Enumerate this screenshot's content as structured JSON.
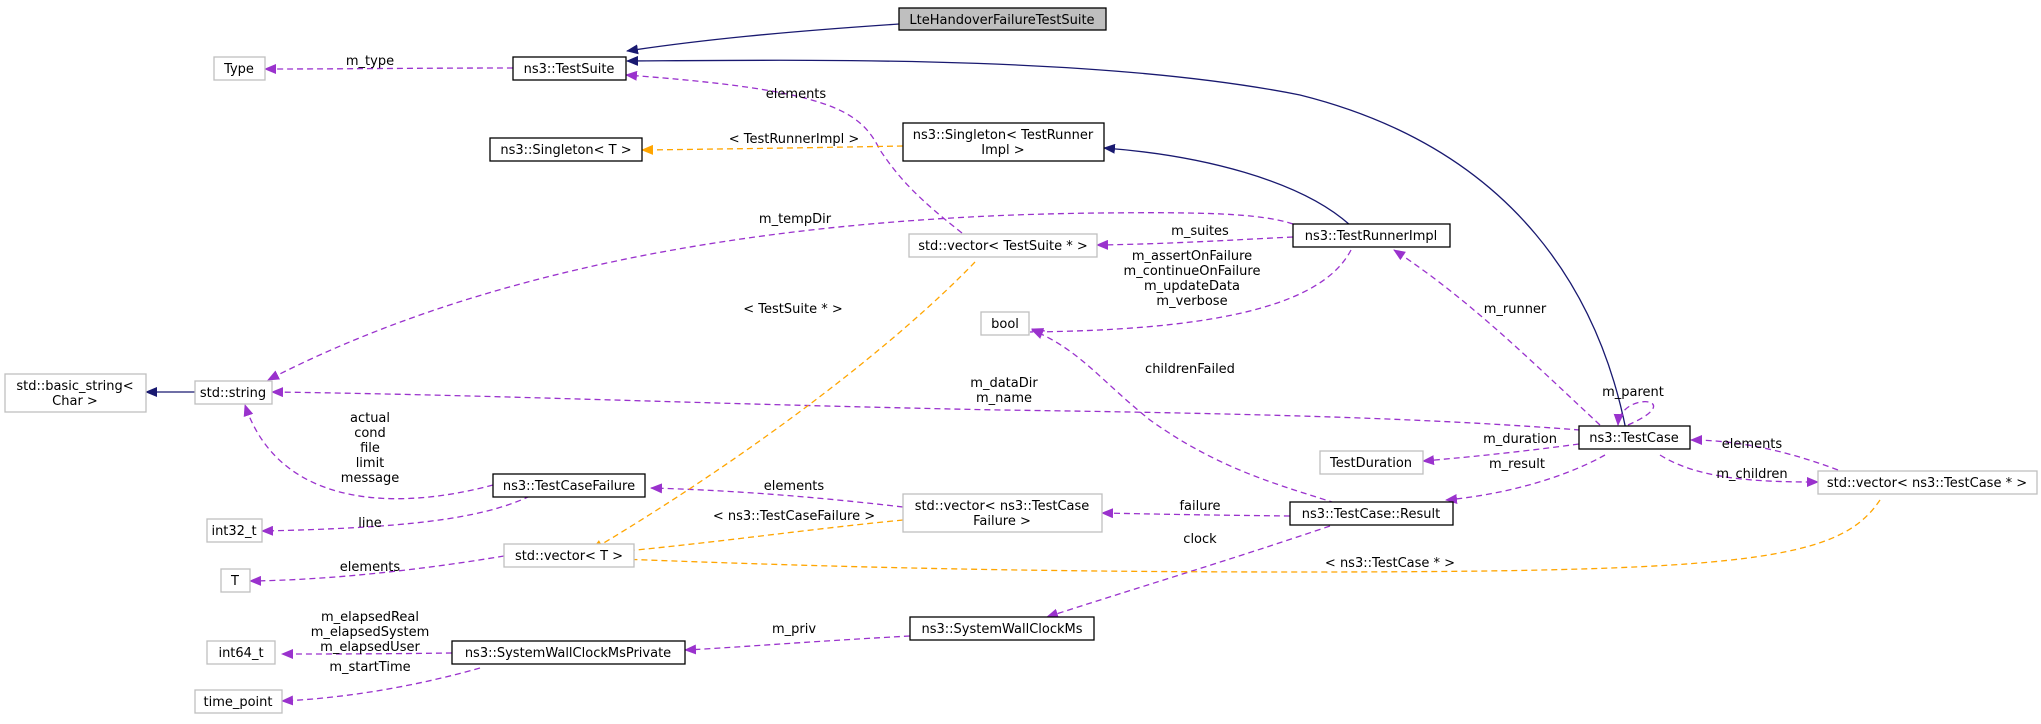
{
  "nodes": {
    "root": "LteHandoverFailureTestSuite",
    "test_suite": "ns3::TestSuite",
    "type": "Type",
    "singleton_t": "ns3::Singleton< T >",
    "singleton_runner_l1": "ns3::Singleton< TestRunner",
    "singleton_runner_l2": "Impl >",
    "test_runner_impl": "ns3::TestRunnerImpl",
    "vector_testsuite": "std::vector< TestSuite * >",
    "bool": "bool",
    "basic_string_l1": "std::basic_string<",
    "basic_string_l2": "Char >",
    "std_string": "std::string",
    "test_case": "ns3::TestCase",
    "test_duration": "TestDuration",
    "vector_testcase": "std::vector< ns3::TestCase * >",
    "test_case_failure": "ns3::TestCaseFailure",
    "vector_tcf_l1": "std::vector< ns3::TestCase",
    "vector_tcf_l2": "Failure >",
    "test_case_result": "ns3::TestCase::Result",
    "int32": "int32_t",
    "t": "T",
    "vector_t": "std::vector< T >",
    "int64": "int64_t",
    "swc_private": "ns3::SystemWallClockMsPrivate",
    "swc": "ns3::SystemWallClockMs",
    "time_point": "time_point"
  },
  "edges": {
    "m_type": "m_type",
    "elements_suite": "elements",
    "tmpl_runner": "< TestRunnerImpl >",
    "m_tempdir": "m_tempDir",
    "m_suites": "m_suites",
    "flags": [
      "m_assertOnFailure",
      "m_continueOnFailure",
      "m_updateData",
      "m_verbose"
    ],
    "tmpl_testsuite": "< TestSuite * >",
    "m_runner": "m_runner",
    "children_failed": "childrenFailed",
    "datadir_name": [
      "m_dataDir",
      "m_name"
    ],
    "m_parent": "m_parent",
    "failure_fields": [
      "actual",
      "cond",
      "file",
      "limit",
      "message"
    ],
    "m_duration": "m_duration",
    "elements_case": "elements",
    "m_result": "m_result",
    "m_children": "m_children",
    "elements_failure": "elements",
    "tmpl_failure": "< ns3::TestCaseFailure >",
    "failure": "failure",
    "line": "line",
    "clock": "clock",
    "elements_t": "elements",
    "tmpl_testcase": "< ns3::TestCase * >",
    "elapsed": [
      "m_elapsedReal",
      "m_elapsedSystem",
      "m_elapsedUser"
    ],
    "m_priv": "m_priv",
    "m_start_time": "m_startTime"
  },
  "colors": {
    "inheritance": "#191970",
    "usage": "#9a32cd",
    "template": "#ffa500",
    "root_fill": "#bfbfbf",
    "external_border": "#bfbfbf"
  }
}
